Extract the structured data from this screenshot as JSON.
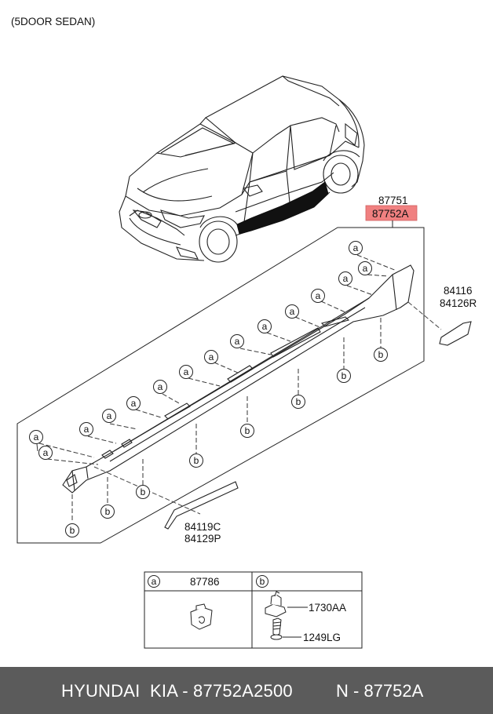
{
  "header": {
    "variant": "(5DOOR SEDAN)"
  },
  "parts": {
    "main_upper": "87751",
    "main_lower": "87752A",
    "end_cap_upper": "84116",
    "end_cap_lower": "84126R",
    "tape_upper": "84119C",
    "tape_lower": "84129P"
  },
  "callouts": {
    "a": "a",
    "b": "b"
  },
  "legend": {
    "a_key": "a",
    "a_part": "87786",
    "b_key": "b",
    "b_part1": "1730AA",
    "b_part2": "1249LG"
  },
  "footer": {
    "left_text": "HYUNDAI  KIA - 87752A2500",
    "right_text": "N - 87752A"
  },
  "colors": {
    "highlight": "#f08080",
    "footer_bg": "#5b5b5b"
  }
}
